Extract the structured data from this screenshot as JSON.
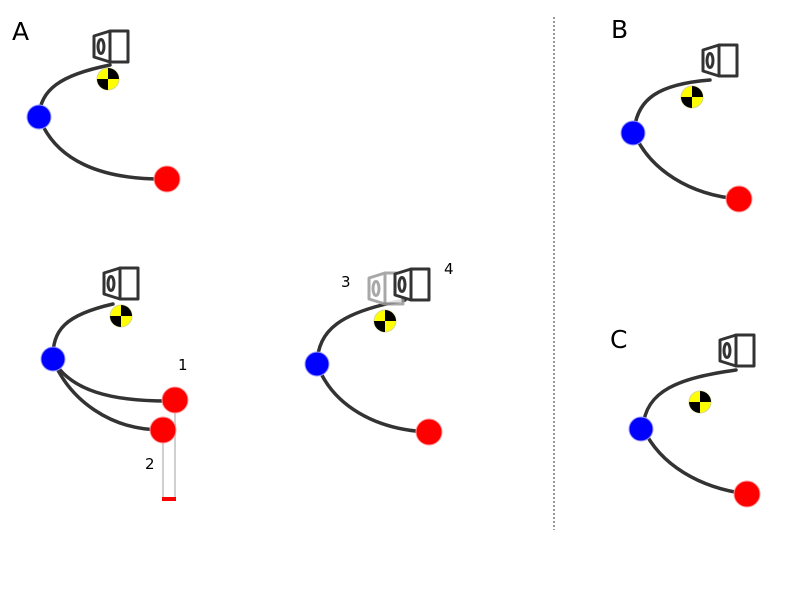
{
  "figure": {
    "panels": [
      {
        "id": "A1",
        "label": "A"
      },
      {
        "id": "A2",
        "label": ""
      },
      {
        "id": "A3",
        "label": ""
      },
      {
        "id": "B",
        "label": "B"
      },
      {
        "id": "C",
        "label": "C"
      }
    ],
    "annotations": {
      "one": "1",
      "two": "2",
      "three": "3",
      "four": "4"
    },
    "colors": {
      "anchor_ball": "#0000ff",
      "end_ball": "#ff0000",
      "curve": "#333333",
      "target_yellow": "#ffff00",
      "target_black": "#000000",
      "ghost_camera": "#9a9a9a",
      "divider": "#999999"
    },
    "icons": {
      "camera": "camera-icon",
      "target": "crash-target-icon",
      "anchor": "anchor-ball",
      "end": "end-ball"
    }
  }
}
